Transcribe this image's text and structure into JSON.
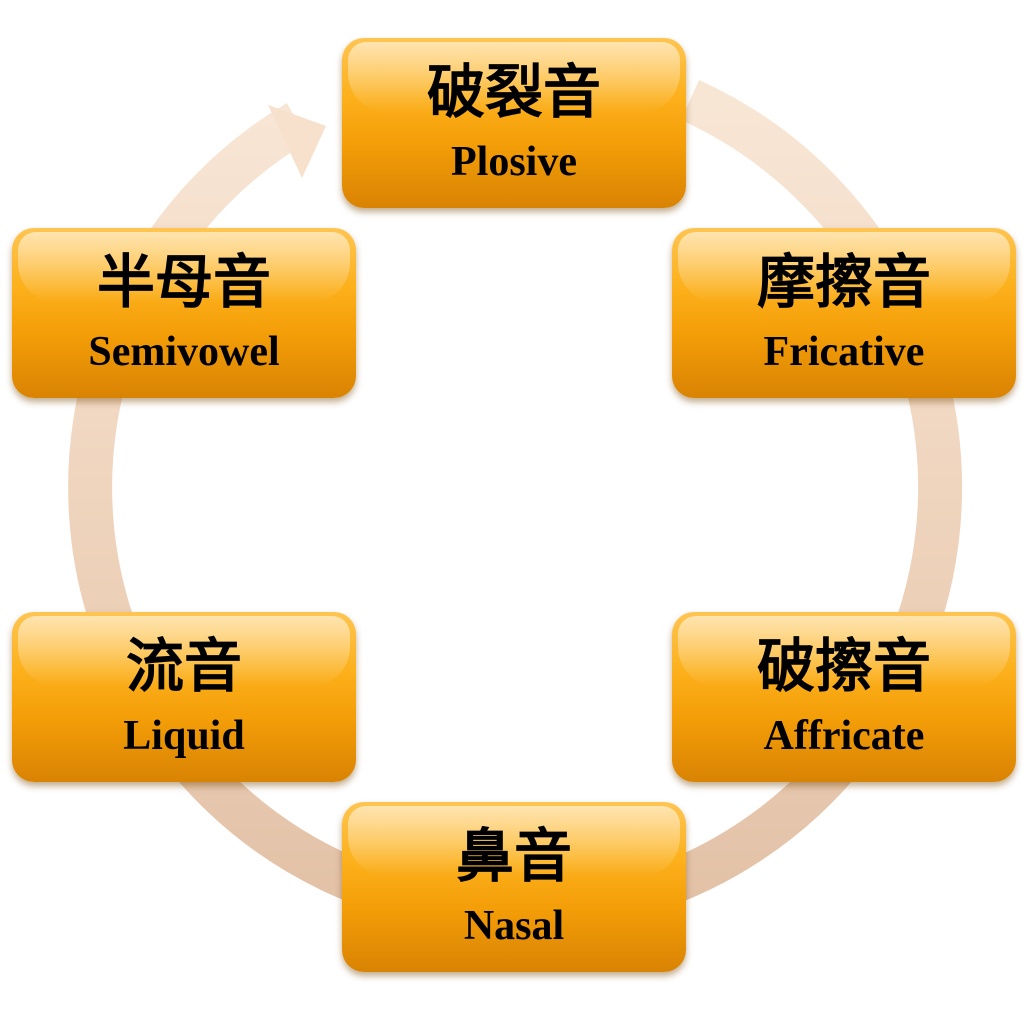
{
  "nodes": {
    "plosive": {
      "zh": "破裂音",
      "en": "Plosive"
    },
    "fricative": {
      "zh": "摩擦音",
      "en": "Fricative"
    },
    "affricate": {
      "zh": "破擦音",
      "en": "Affricate"
    },
    "nasal": {
      "zh": "鼻音",
      "en": "Nasal"
    },
    "liquid": {
      "zh": "流音",
      "en": "Liquid"
    },
    "semivowel": {
      "zh": "半母音",
      "en": "Semivowel"
    }
  },
  "colors": {
    "box_top": "#fec552",
    "box_mid": "#fcb01b",
    "box_bottom": "#d98304",
    "ring_light": "#f7e2cf",
    "ring_dark": "#e4c3a8"
  },
  "arrow_direction": "clockwise"
}
